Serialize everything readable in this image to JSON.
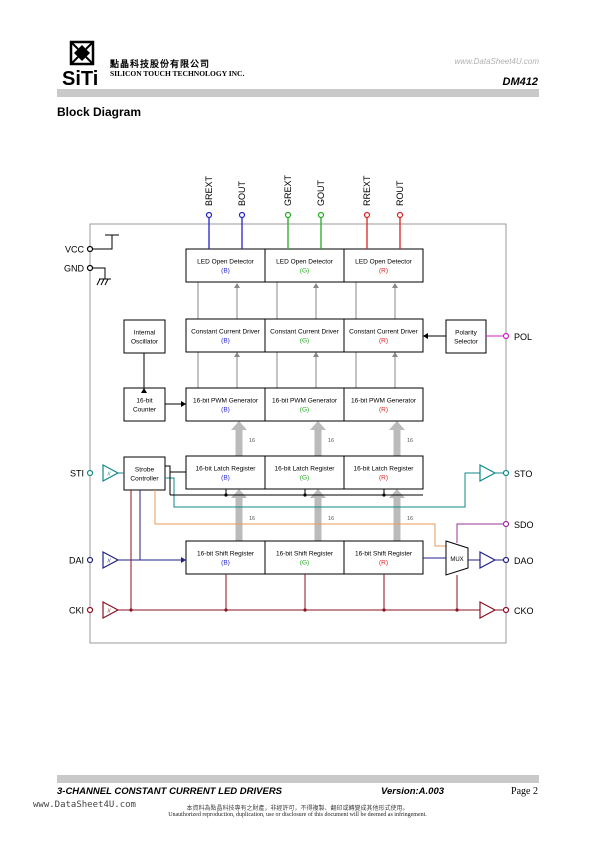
{
  "header": {
    "company_cn": "點晶科技股份有限公司",
    "company_en": "SILICON TOUCH TECHNOLOGY INC.",
    "logo_text": "SiTi",
    "watermark": "www.DataSheet4U.com",
    "part_number": "DM412"
  },
  "section_title": "Block Diagram",
  "diagram": {
    "top_pins": [
      "BREXT",
      "BOUT",
      "GREXT",
      "GOUT",
      "RREXT",
      "ROUT"
    ],
    "left_pins": [
      "VCC",
      "GND",
      "STI",
      "DAI",
      "CKI"
    ],
    "right_pins": [
      "POL",
      "STO",
      "SDO",
      "DAO",
      "CKO"
    ],
    "channels": [
      "(B)",
      "(G)",
      "(R)"
    ],
    "channel_colors": [
      "#2222cc",
      "#22aa22",
      "#dd2222"
    ],
    "rows": {
      "detector": "LED Open Detector",
      "driver": "Constant Current Driver",
      "pwm": "16-bit PWM Generator",
      "latch": "16-bit Latch Register",
      "shift": "16-bit Shift Register"
    },
    "blocks": {
      "oscillator": [
        "Internal",
        "Oscillator"
      ],
      "counter": [
        "16-bit",
        "Counter"
      ],
      "strobe": [
        "Strobe",
        "Controller"
      ],
      "polarity": [
        "Polarity",
        "Selector"
      ],
      "mux": "MUX"
    },
    "bus_width": "16"
  },
  "footer": {
    "title": "3-CHANNEL CONSTANT CURRENT LED DRIVERS",
    "version": "Version:A.003",
    "page": "Page 2",
    "watermark": "www.DataSheet4U.com",
    "notice_cn": "本資料為點晶科技專有之財產，非經許可，不得複製、翻印或轉變成其他形式使用。",
    "notice_en": "Unauthorized reproduction, duplication, use or disclosure of this document will be deemed as infringement."
  }
}
